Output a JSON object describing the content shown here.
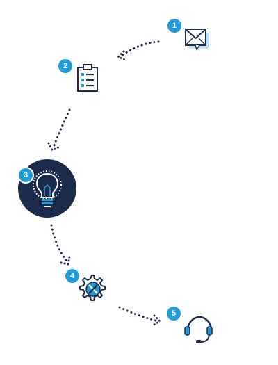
{
  "colors": {
    "navy": "#1c2b4a",
    "accent": "#1f9bd7",
    "accent_light": "#bfe3f7",
    "white": "#ffffff"
  },
  "steps": [
    {
      "number": "1",
      "icon": "envelope-icon"
    },
    {
      "number": "2",
      "icon": "clipboard-checklist-icon"
    },
    {
      "number": "3",
      "icon": "lightbulb-icon"
    },
    {
      "number": "4",
      "icon": "gear-tools-icon"
    },
    {
      "number": "5",
      "icon": "headset-icon"
    }
  ]
}
